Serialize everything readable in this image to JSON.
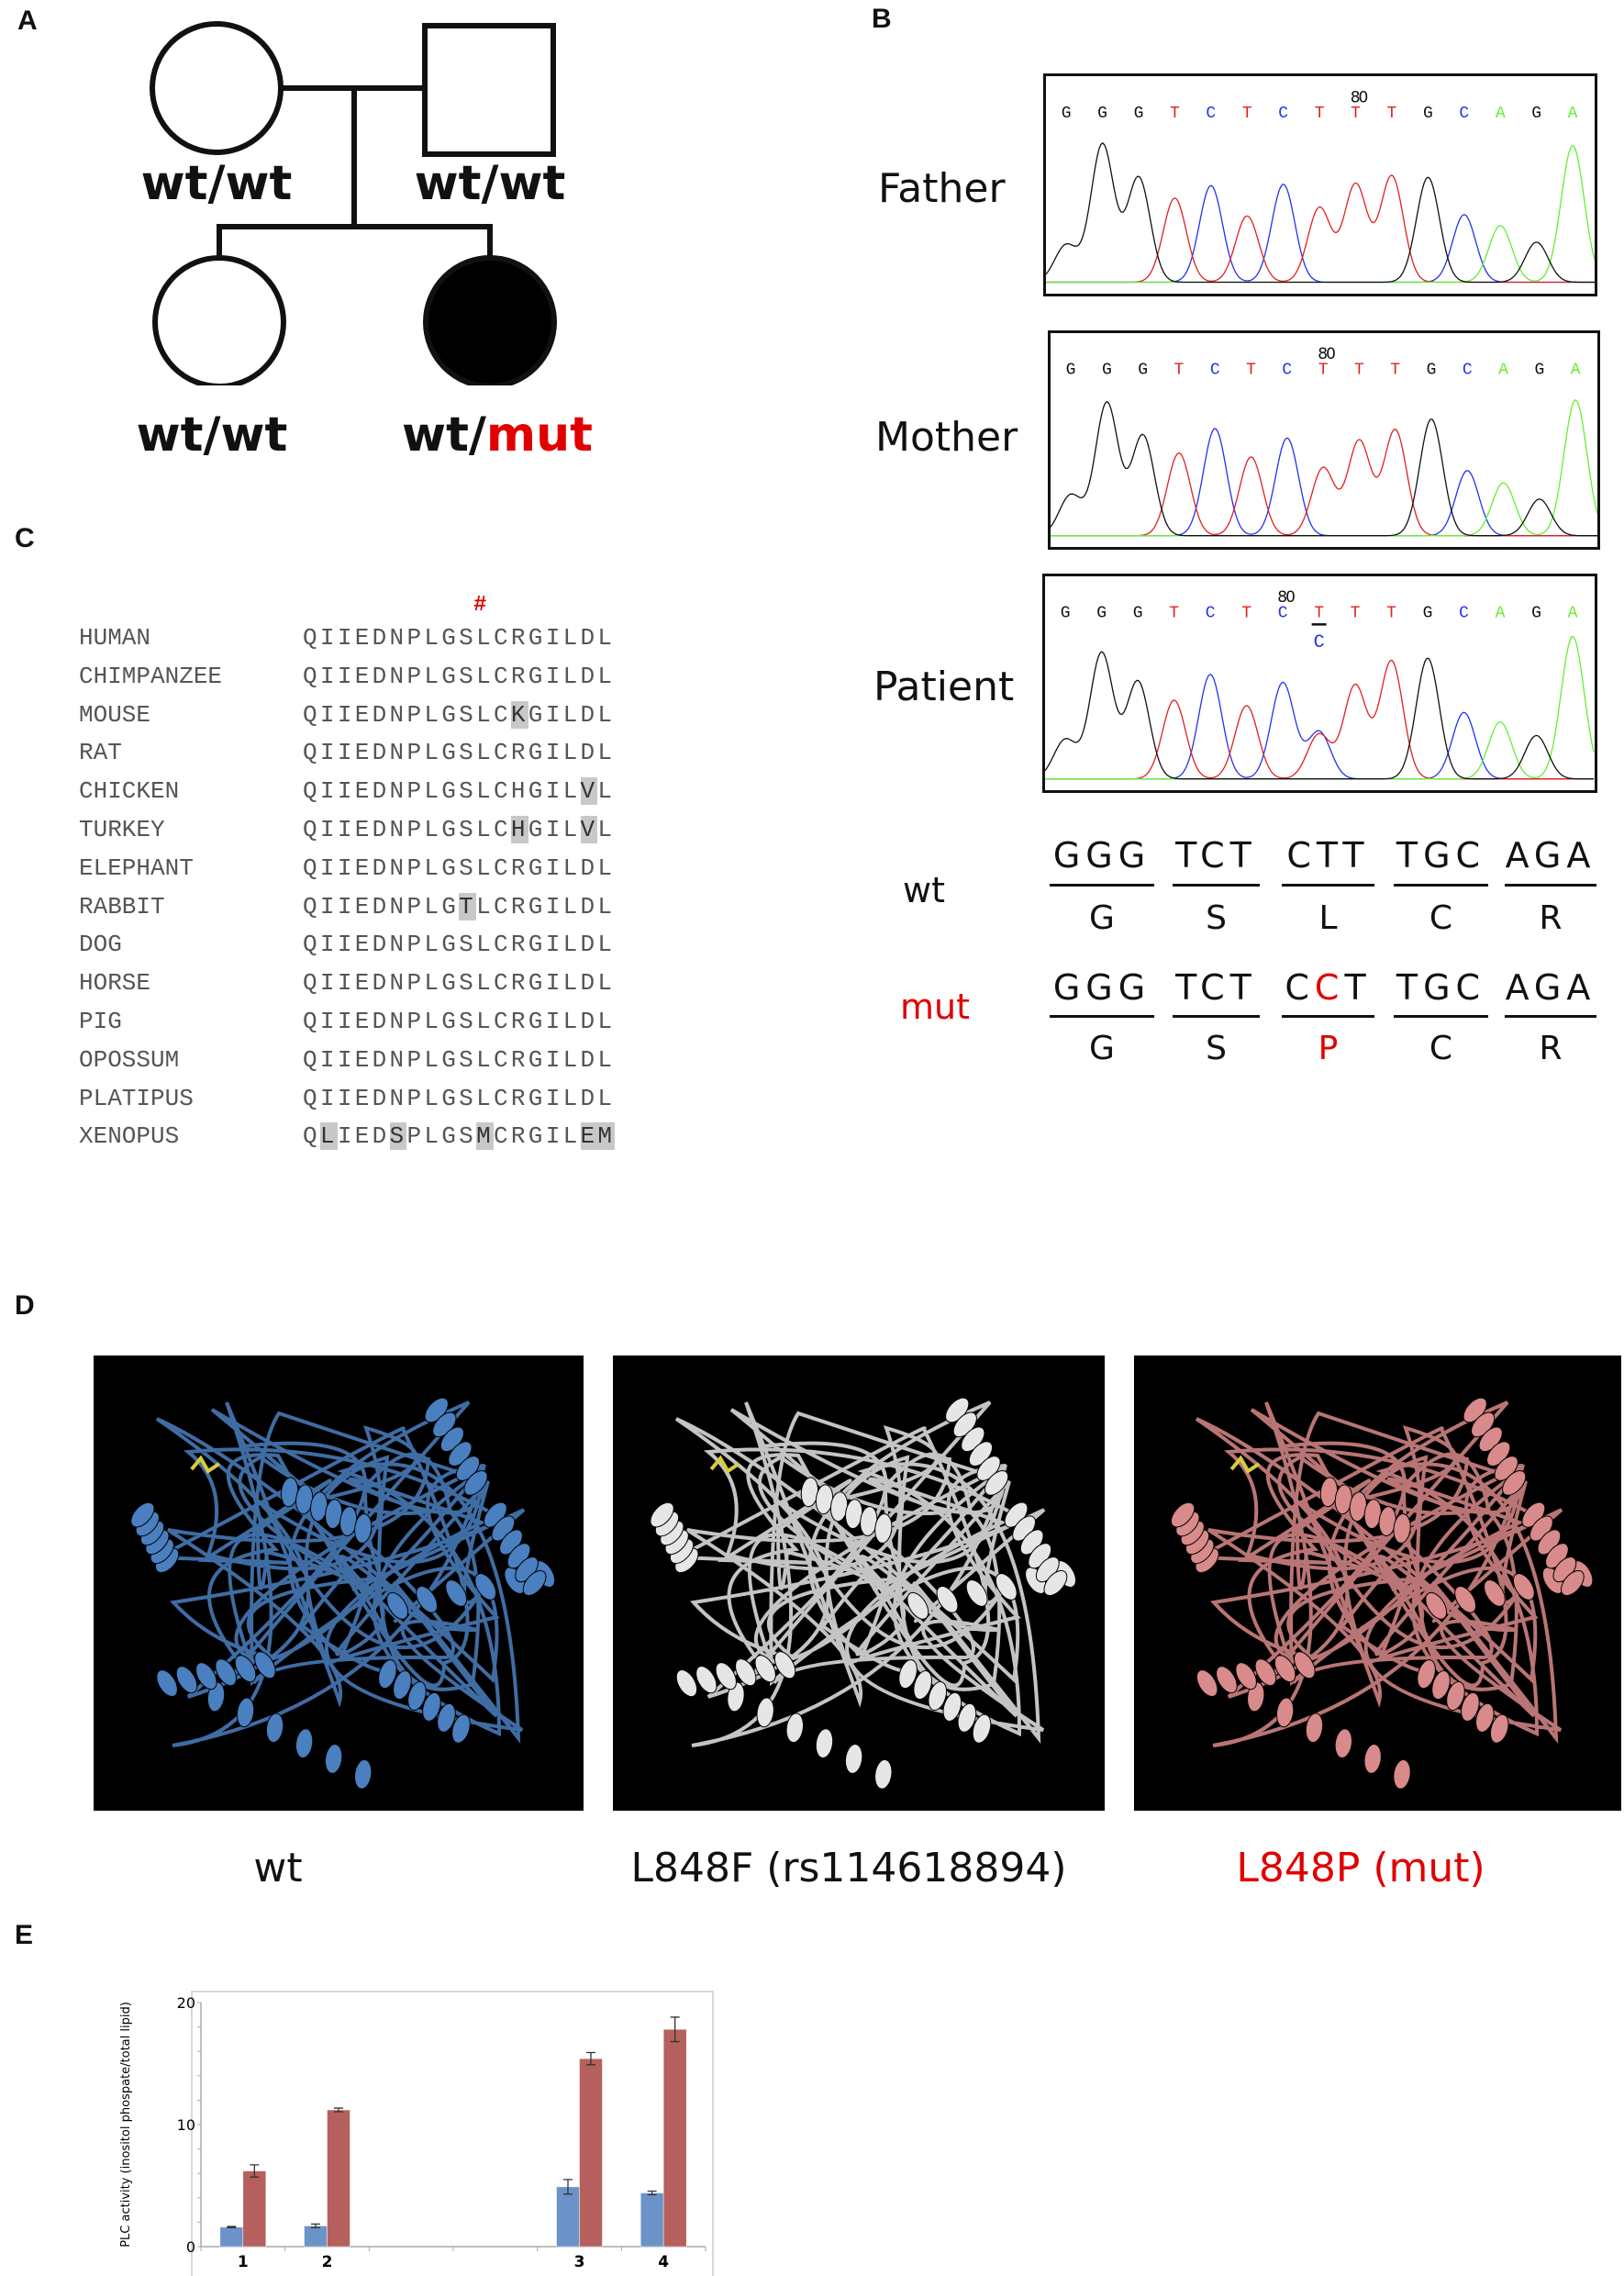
{
  "panel_labels": {
    "a": "A",
    "b": "B",
    "c": "C",
    "d": "D",
    "e": "E"
  },
  "pedigree": {
    "father_genotype": "wt/wt",
    "mother_genotype": "wt/wt",
    "child1_genotype": "wt/wt",
    "patient_genotype_prefix": "wt/",
    "patient_genotype_mut": "mut",
    "mut_color": "#e00000"
  },
  "chromatograms": {
    "base_colors": {
      "G": "#111111",
      "A": "#66ee33",
      "T": "#e02020",
      "C": "#2233ee"
    },
    "position_marker": "80",
    "panels": [
      {
        "label": "Father",
        "bases": [
          "G",
          "G",
          "G",
          "T",
          "C",
          "T",
          "C",
          "T",
          "T",
          "T",
          "G",
          "C",
          "A",
          "G",
          "A"
        ],
        "marker_index": 8,
        "peak_heights": [
          0.27,
          1.0,
          0.76,
          0.61,
          0.7,
          0.48,
          0.71,
          0.54,
          0.71,
          0.77,
          0.76,
          0.49,
          0.41,
          0.29,
          0.99
        ]
      },
      {
        "label": "Mother",
        "bases": [
          "G",
          "G",
          "G",
          "T",
          "C",
          "T",
          "C",
          "T",
          "T",
          "T",
          "G",
          "C",
          "A",
          "G",
          "A"
        ],
        "marker_index": 7,
        "peak_heights": [
          0.3,
          0.98,
          0.74,
          0.61,
          0.79,
          0.58,
          0.72,
          0.5,
          0.7,
          0.78,
          0.86,
          0.48,
          0.39,
          0.27,
          1.0
        ]
      },
      {
        "label": "Patient",
        "bases": [
          "G",
          "G",
          "G",
          "T",
          "C",
          "T",
          "C",
          "T",
          "T",
          "T",
          "G",
          "C",
          "A",
          "G",
          "A"
        ],
        "marker_index": 6,
        "peak_heights": [
          0.29,
          0.93,
          0.72,
          0.58,
          0.77,
          0.54,
          0.71,
          0.33,
          0.69,
          0.87,
          0.89,
          0.49,
          0.42,
          0.32,
          1.05
        ],
        "het_index": 7,
        "het_base": "C",
        "het_height": 0.35
      }
    ]
  },
  "codons": {
    "wt": {
      "label": "wt",
      "codons": [
        "GGG",
        "TCT",
        "CTT",
        "TGC",
        "AGA"
      ],
      "amino_acids": [
        "G",
        "S",
        "L",
        "C",
        "R"
      ]
    },
    "mut": {
      "label": "mut",
      "codons": [
        "GGG",
        "TCT",
        "C",
        "C",
        "T",
        "TGC",
        "AGA"
      ],
      "codon_display": [
        [
          "GGG"
        ],
        [
          "TCT"
        ],
        [
          "C",
          "C",
          "T"
        ],
        [
          "TGC"
        ],
        [
          "AGA"
        ]
      ],
      "amino_acids": [
        "G",
        "S",
        "P",
        "C",
        "R"
      ],
      "mutated_codon_index": 2,
      "mutated_base_index": 1,
      "mutated_aa_index": 2
    }
  },
  "alignment": {
    "marker": "#",
    "marker_position": 11,
    "rows": [
      {
        "species": "HUMAN",
        "sequence": "QIIEDNPLGSLCRGILDL",
        "highlight": []
      },
      {
        "species": "CHIMPANZEE",
        "sequence": "QIIEDNPLGSLCRGILDL",
        "highlight": []
      },
      {
        "species": "MOUSE",
        "sequence": "QIIEDNPLGSLCKGILDL",
        "highlight": [
          12
        ]
      },
      {
        "species": "RAT",
        "sequence": "QIIEDNPLGSLCRGILDL",
        "highlight": []
      },
      {
        "species": "CHICKEN",
        "sequence": "QIIEDNPLGSLCHGILVL",
        "highlight": [
          16
        ]
      },
      {
        "species": "TURKEY",
        "sequence": "QIIEDNPLGSLCHGILVL",
        "highlight": [
          12,
          16
        ]
      },
      {
        "species": "ELEPHANT",
        "sequence": "QIIEDNPLGSLCRGILDL",
        "highlight": []
      },
      {
        "species": "RABBIT",
        "sequence": "QIIEDNPLGTLCRGILDL",
        "highlight": [
          9
        ]
      },
      {
        "species": "DOG",
        "sequence": "QIIEDNPLGSLCRGILDL",
        "highlight": []
      },
      {
        "species": "HORSE",
        "sequence": "QIIEDNPLGSLCRGILDL",
        "highlight": []
      },
      {
        "species": "PIG",
        "sequence": "QIIEDNPLGSLCRGILDL",
        "highlight": []
      },
      {
        "species": "OPOSSUM",
        "sequence": "QIIEDNPLGSLCRGILDL",
        "highlight": []
      },
      {
        "species": "PLATIPUS",
        "sequence": "QIIEDNPLGSLCRGILDL",
        "highlight": []
      },
      {
        "species": "XENOPUS",
        "sequence": "QLIEDSPLGSMCRGILEM",
        "highlight": [
          1,
          5,
          10,
          16,
          17
        ]
      }
    ]
  },
  "structures": [
    {
      "label": "wt",
      "color": "#4a7fc0",
      "label_color": "#111111"
    },
    {
      "label": "L848F (rs114618894)",
      "color": "#e6e6e6",
      "label_color": "#111111"
    },
    {
      "label": "L848P (mut)",
      "color": "#d98a8a",
      "label_color": "#e00000"
    }
  ],
  "chart_data": {
    "type": "bar",
    "ylabel": "PLC activity (inositol phospate/total lipid)",
    "xlabel": "",
    "categories": [
      "1",
      "2",
      "",
      "",
      "3",
      "4"
    ],
    "ylim": [
      0,
      20
    ],
    "yticks": [
      0,
      10,
      20
    ],
    "grid": false,
    "series": [
      {
        "color": "#6b93c8",
        "values": [
          1.6,
          1.7,
          null,
          null,
          4.9,
          4.4
        ],
        "errors": [
          0.05,
          0.15,
          null,
          null,
          0.6,
          0.15
        ]
      },
      {
        "color": "#b5605c",
        "values": [
          6.2,
          11.2,
          null,
          null,
          15.4,
          17.8
        ],
        "errors": [
          0.5,
          0.15,
          null,
          null,
          0.5,
          1.0
        ]
      }
    ]
  }
}
